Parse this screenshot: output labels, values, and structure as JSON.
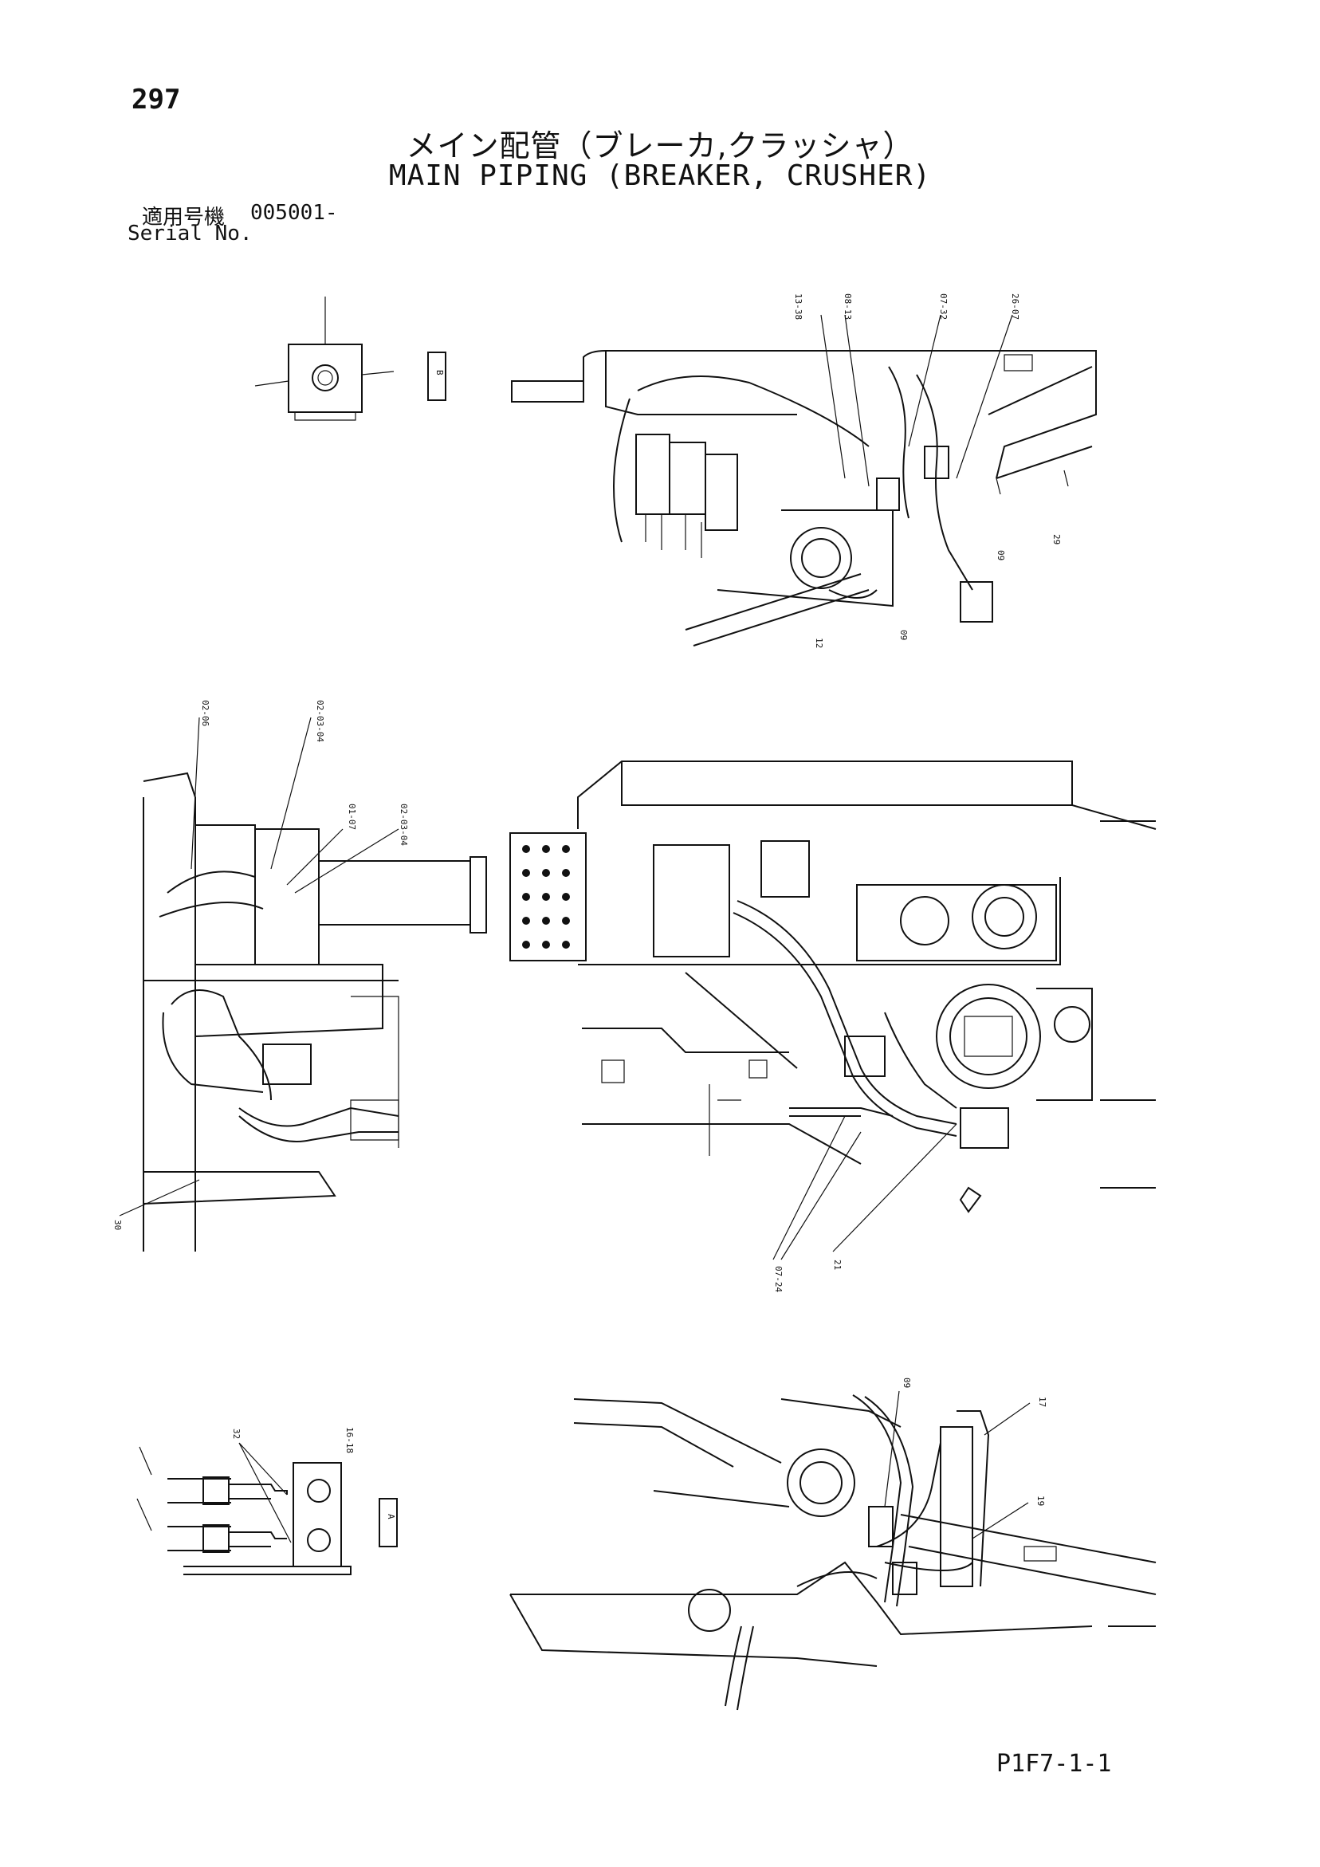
{
  "header": {
    "page_number": "297",
    "title_jp": "メイン配管（ブレーカ,クラッシャ）",
    "title_en": "MAIN PIPING (BREAKER, CRUSHER)",
    "serial_label_jp": "適用号機",
    "serial_value": "005001-",
    "serial_label_en": "Serial No."
  },
  "footer": {
    "doc_code": "P1F7-1-1"
  },
  "views": {
    "view_b_marker": "B",
    "view_a_marker": "A",
    "top_view_labels": [
      "13-38",
      "08-13",
      "07-32",
      "26-07",
      "12",
      "09",
      "09",
      "29"
    ],
    "left_view_labels": [
      "02-06",
      "02-03-04",
      "01-07",
      "02-03-04",
      "30"
    ],
    "center_view_labels": [
      "07-24",
      "21"
    ],
    "small_view_labels": [
      "32",
      "16-18"
    ],
    "bottom_view_labels": [
      "09",
      "17",
      "19"
    ]
  }
}
